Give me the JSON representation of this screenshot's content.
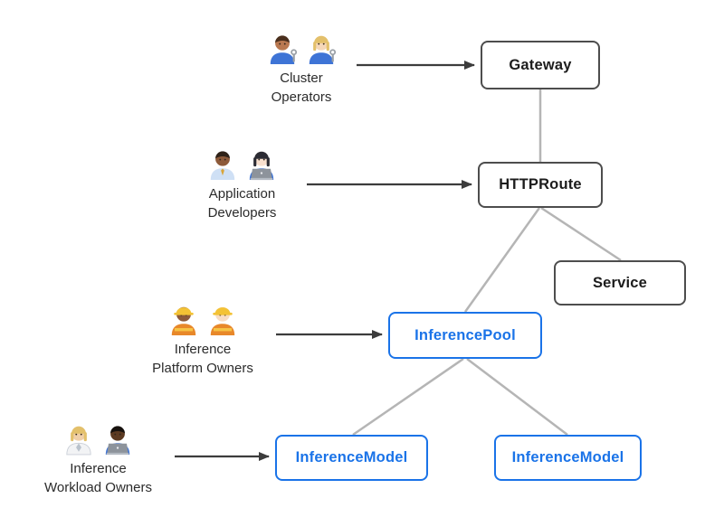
{
  "colors": {
    "accent_blue": "#1a73e8",
    "box_border_gray": "#4d4d4d",
    "box_text_dark": "#1c1c1c",
    "edge_gray": "#b5b5b5",
    "arrow_dark": "#3c3c3c",
    "background": "#ffffff",
    "hardhat_yellow": "#f3c235",
    "vest_orange": "#e8882a"
  },
  "nodes": [
    {
      "id": "gateway",
      "label": "Gateway",
      "style": "gray"
    },
    {
      "id": "httproute",
      "label": "HTTPRoute",
      "style": "gray"
    },
    {
      "id": "service",
      "label": "Service",
      "style": "gray"
    },
    {
      "id": "inferencepool",
      "label": "InferencePool",
      "style": "blue"
    },
    {
      "id": "inferencemodel-left",
      "label": "InferenceModel",
      "style": "blue"
    },
    {
      "id": "inferencemodel-right",
      "label": "InferenceModel",
      "style": "blue"
    }
  ],
  "edges": [
    {
      "from": "gateway",
      "to": "httproute"
    },
    {
      "from": "httproute",
      "to": "inferencepool"
    },
    {
      "from": "httproute",
      "to": "service"
    },
    {
      "from": "inferencepool",
      "to": "inferencemodel-left"
    },
    {
      "from": "inferencepool",
      "to": "inferencemodel-right"
    }
  ],
  "personas": [
    {
      "id": "cluster-operators",
      "label_lines": [
        "Cluster",
        "Operators"
      ],
      "arrow_to": "gateway",
      "people": [
        {
          "icon": "man-mechanic-icon",
          "skin": "#b97850",
          "hair": "#4a2f1d",
          "hair_style": "short",
          "shirt": "#3e74d6",
          "accessory": "wrench"
        },
        {
          "icon": "woman-mechanic-icon",
          "skin": "#f5d7b8",
          "hair": "#e3c06b",
          "hair_style": "long",
          "shirt": "#3e74d6",
          "accessory": "wrench"
        }
      ]
    },
    {
      "id": "application-developers",
      "label_lines": [
        "Application",
        "Developers"
      ],
      "arrow_to": "httproute",
      "people": [
        {
          "icon": "man-office-worker-icon",
          "skin": "#8d5a3a",
          "hair": "#2f2218",
          "hair_style": "short",
          "shirt": "#cfe0f5",
          "accessory": "tie"
        },
        {
          "icon": "woman-technologist-icon",
          "skin": "#f8e0cf",
          "hair": "#2b2b33",
          "hair_style": "long",
          "shirt": "#3e74d6",
          "accessory": "laptop"
        }
      ]
    },
    {
      "id": "inference-platform-owners",
      "label_lines": [
        "Inference",
        "Platform Owners"
      ],
      "arrow_to": "inferencepool",
      "people": [
        {
          "icon": "woman-construction-worker-icon",
          "skin": "#8d5a3a",
          "hair": "#2f2218",
          "hair_style": "hardhat",
          "shirt": "#e8882a",
          "accessory": "vest"
        },
        {
          "icon": "man-construction-worker-icon",
          "skin": "#f8dcc2",
          "hair": "#b98a4a",
          "hair_style": "hardhat",
          "shirt": "#e8882a",
          "accessory": "vest"
        }
      ]
    },
    {
      "id": "inference-workload-owners",
      "label_lines": [
        "Inference",
        "Workload Owners"
      ],
      "arrow_to": "inferencemodel-left",
      "people": [
        {
          "icon": "health-worker-icon",
          "skin": "#f0cfa8",
          "hair": "#e3c06b",
          "hair_style": "long",
          "shirt": "#f2f3f5",
          "accessory": "coat"
        },
        {
          "icon": "man-technologist-icon",
          "skin": "#5c3a21",
          "hair": "#17120e",
          "hair_style": "short",
          "shirt": "#3e74d6",
          "accessory": "laptop"
        }
      ]
    }
  ]
}
